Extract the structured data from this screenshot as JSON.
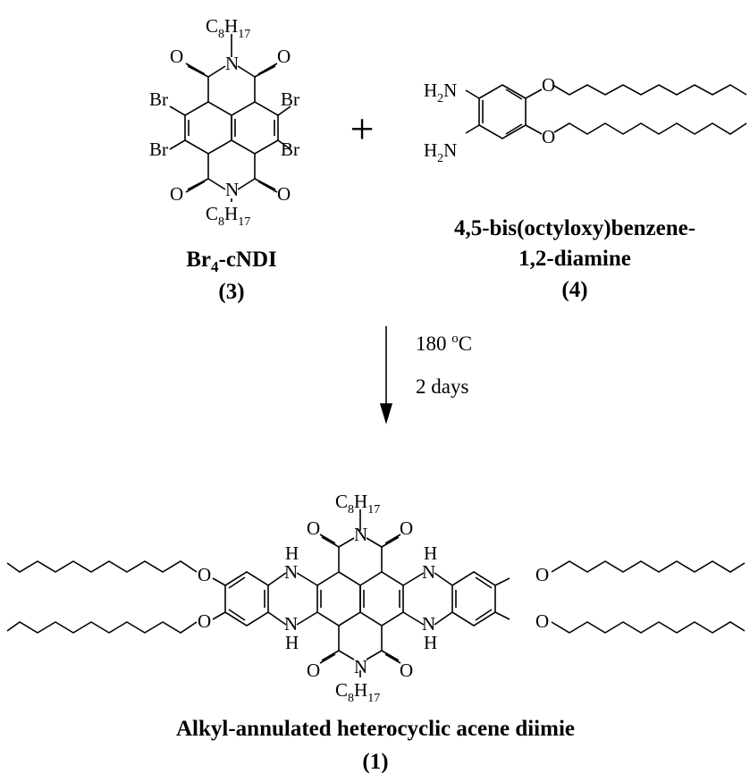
{
  "reactant1": {
    "name_prefix": "Br",
    "name_sub": "4",
    "name_suffix": "-cNDI",
    "number": "(3)",
    "atoms": {
      "c": "C",
      "c_sub": "8",
      "h": "H",
      "h_sub": "17",
      "n": "N",
      "o": "O",
      "br": "Br"
    }
  },
  "plus_sign": "+",
  "reactant2": {
    "name_line1": "4,5-bis(octyloxy)benzene-",
    "name_line2": "1,2-diamine",
    "number": "(4)",
    "atoms": {
      "h2n": "H",
      "h2n_sub": "2",
      "h2n_n": "N",
      "o": "O"
    }
  },
  "conditions": {
    "temperature_value": "180 ",
    "temperature_degree": "o",
    "temperature_unit": "C",
    "time": "2 days"
  },
  "product": {
    "name": "Alkyl-annulated heterocyclic acene diimie",
    "number": "(1)",
    "atoms": {
      "n": "N",
      "h": "H",
      "o": "O"
    }
  }
}
